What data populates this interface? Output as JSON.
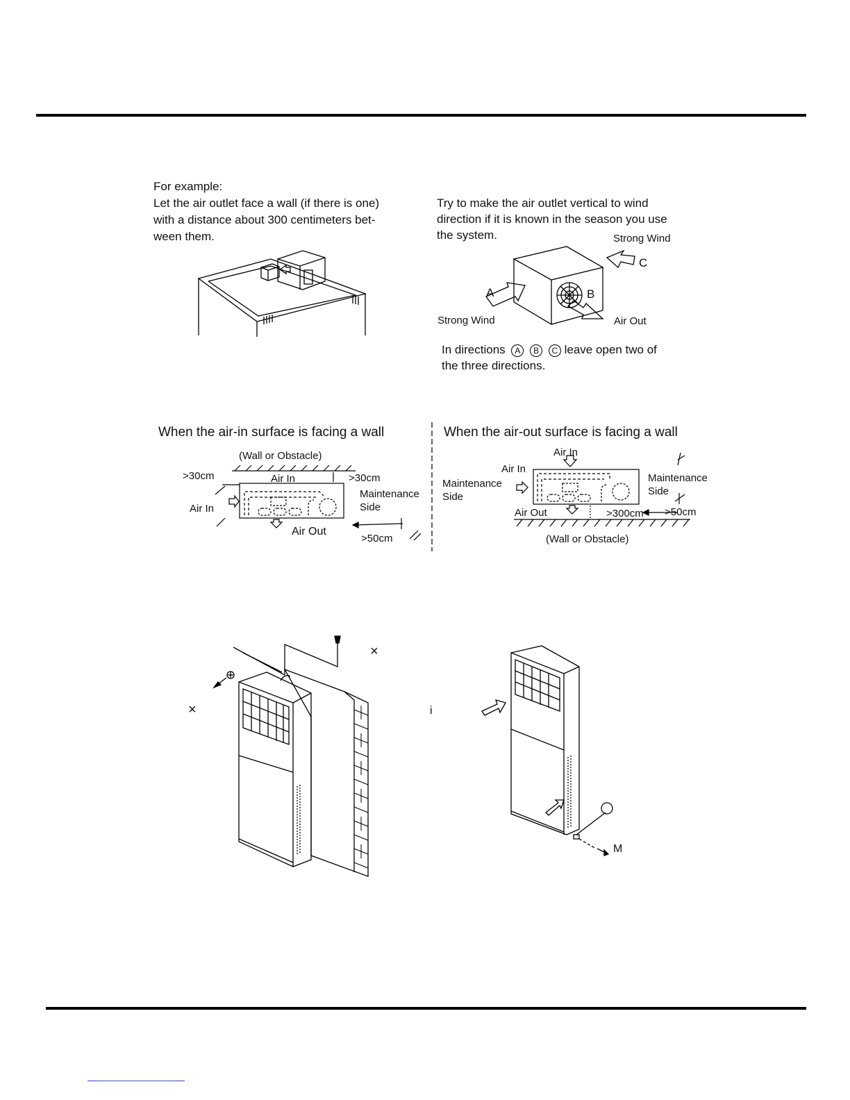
{
  "example": {
    "heading": "For example:",
    "left_lines": [
      "Let the air outlet face a wall (if there is one)",
      "with a distance about 300 centimeters bet-",
      "ween them."
    ],
    "right_lines": [
      "Try  to make  the  air outlet  vertical to wind",
      "direction if it is known in the season you use",
      "the system."
    ],
    "wind_labels": {
      "strong_wind_top": "Strong Wind",
      "strong_wind_left": "Strong Wind",
      "air_out": "Air Out",
      "a": "A",
      "b": "B",
      "c": "C"
    },
    "note_line1": "In directions",
    "note_circled": [
      "A",
      "B",
      "C"
    ],
    "note_line1_tail": "leave open two of",
    "note_line2": "the three directions."
  },
  "air_in_wall": {
    "title": "When the air-in surface is facing a wall",
    "wall": "(Wall or Obstacle)",
    "clear_left": ">30cm",
    "clear_right": ">30cm",
    "air_in_top": "Air In",
    "air_in_side": "Air In",
    "maintenance": "Maintenance",
    "side": "Side",
    "air_out": "Air Out",
    "clear_maint": ">50cm"
  },
  "air_out_wall": {
    "title": "When the air-out surface is facing a wall",
    "air_in_top": "Air In",
    "air_in_left": "Air In",
    "maintenance_left": "Maintenance",
    "side_left": "Side",
    "maintenance_right": "Maintenance",
    "side_right": "Side",
    "air_out": "Air Out",
    "clear_out": ">300cm",
    "clear_maint": ">50cm",
    "wall": "(Wall or Obstacle)"
  },
  "figure_marks": {
    "cross_1": "×",
    "cross_2": "×",
    "mark_i": "i",
    "mark_m": "M"
  }
}
